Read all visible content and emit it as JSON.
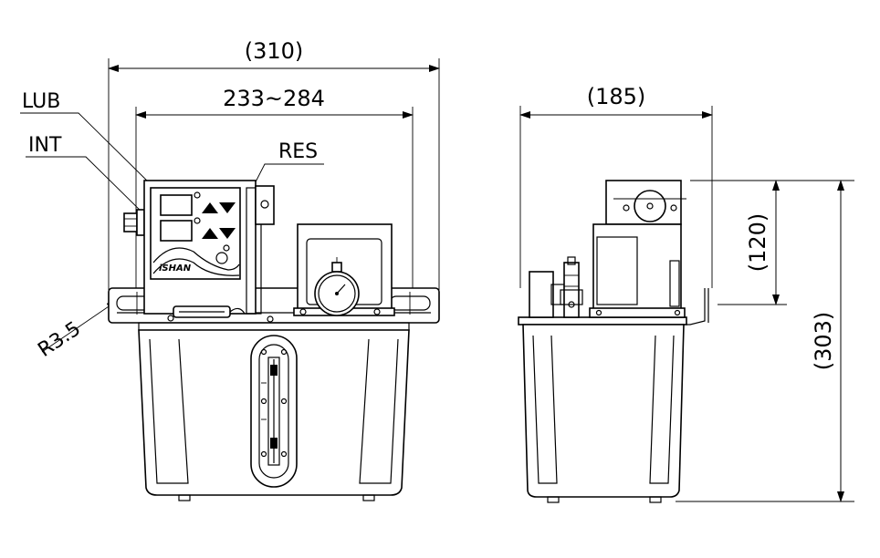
{
  "dimensions": {
    "front_overall_width": "(310)",
    "front_mount_width": "233~284",
    "side_depth": "(185)",
    "side_upper_height": "(120)",
    "side_total_height": "(303)",
    "corner_radius": "R3.5"
  },
  "callouts": {
    "lub": "LUB",
    "int": "INT",
    "res": "RES"
  },
  "panel": {
    "brand_logo": "iSHAN"
  }
}
